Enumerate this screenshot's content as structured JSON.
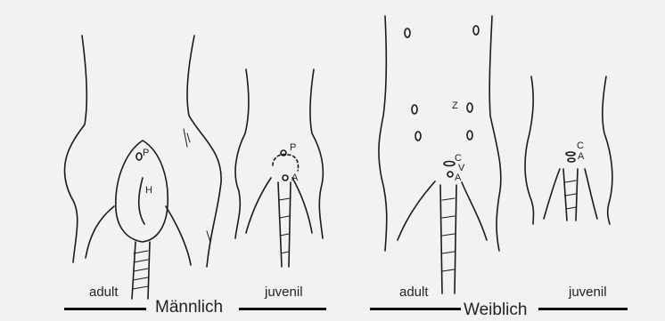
{
  "figure": {
    "groups": [
      {
        "title": "Männlich",
        "stages": [
          "adult",
          "juvenil"
        ]
      },
      {
        "title": "Weiblich",
        "stages": [
          "adult",
          "juvenil"
        ]
      }
    ],
    "markers": {
      "male_adult": [
        "P",
        "H"
      ],
      "male_juvenile": [
        "P",
        "A"
      ],
      "female_adult": [
        "Z",
        "C",
        "V",
        "A"
      ],
      "female_juvenile": [
        "C",
        "A"
      ]
    }
  }
}
